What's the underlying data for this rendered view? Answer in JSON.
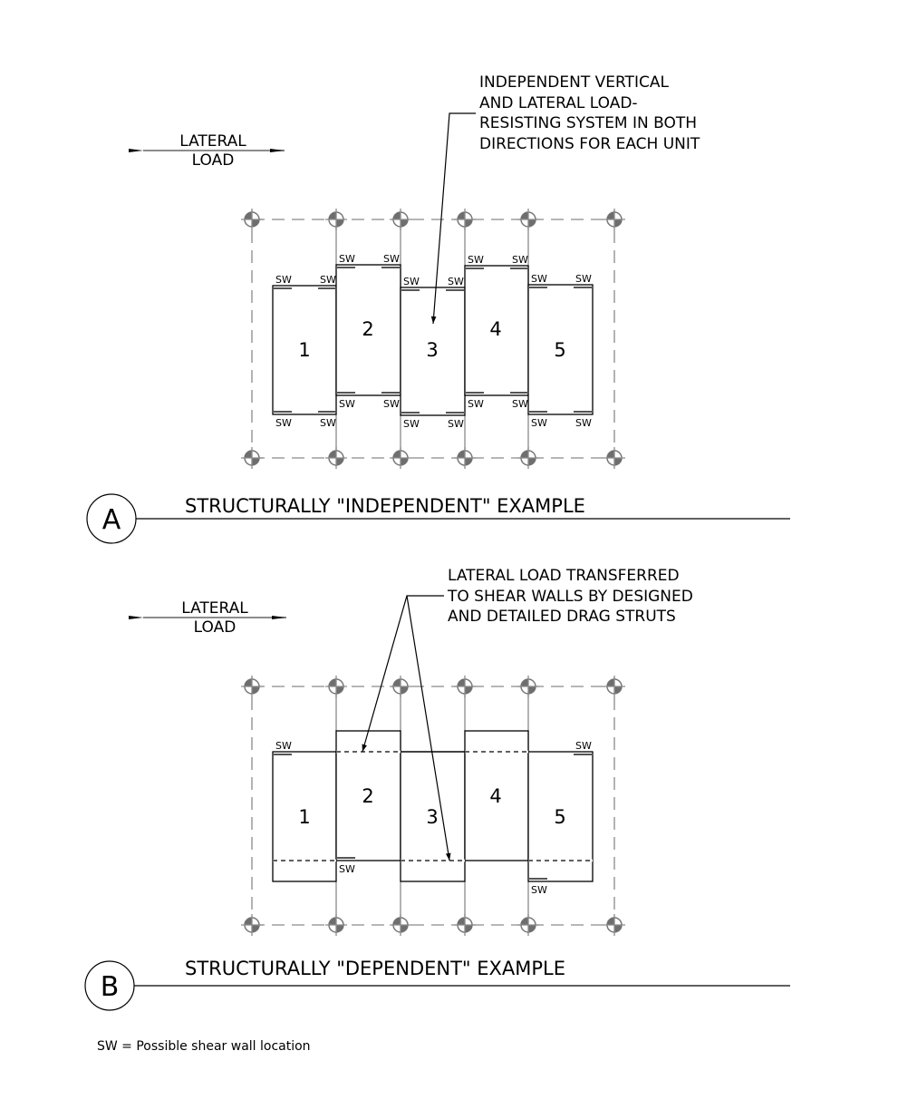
{
  "diagram_a": {
    "lateral_load_label": [
      "LATERAL",
      "LOAD"
    ],
    "note": [
      "INDEPENDENT VERTICAL",
      "AND LATERAL LOAD-",
      "RESISTING SYSTEM IN BOTH",
      "DIRECTIONS FOR EACH UNIT"
    ],
    "units": [
      "1",
      "2",
      "3",
      "4",
      "5"
    ],
    "shear_wall_tag": "SW",
    "section_letter": "A",
    "title": "STRUCTURALLY \"INDEPENDENT\" EXAMPLE"
  },
  "diagram_b": {
    "lateral_load_label": [
      "LATERAL",
      "LOAD"
    ],
    "note": [
      "LATERAL LOAD TRANSFERRED",
      "TO SHEAR WALLS BY DESIGNED",
      "AND DETAILED DRAG STRUTS"
    ],
    "units": [
      "1",
      "2",
      "3",
      "4",
      "5"
    ],
    "shear_wall_tag": "SW",
    "section_letter": "B",
    "title": "STRUCTURALLY \"DEPENDENT\" EXAMPLE"
  },
  "legend": "SW = Possible shear wall location",
  "colors": {
    "ink": "#000000",
    "grid": "#8a8a8a",
    "marker_fill": "#6e6e6e"
  }
}
